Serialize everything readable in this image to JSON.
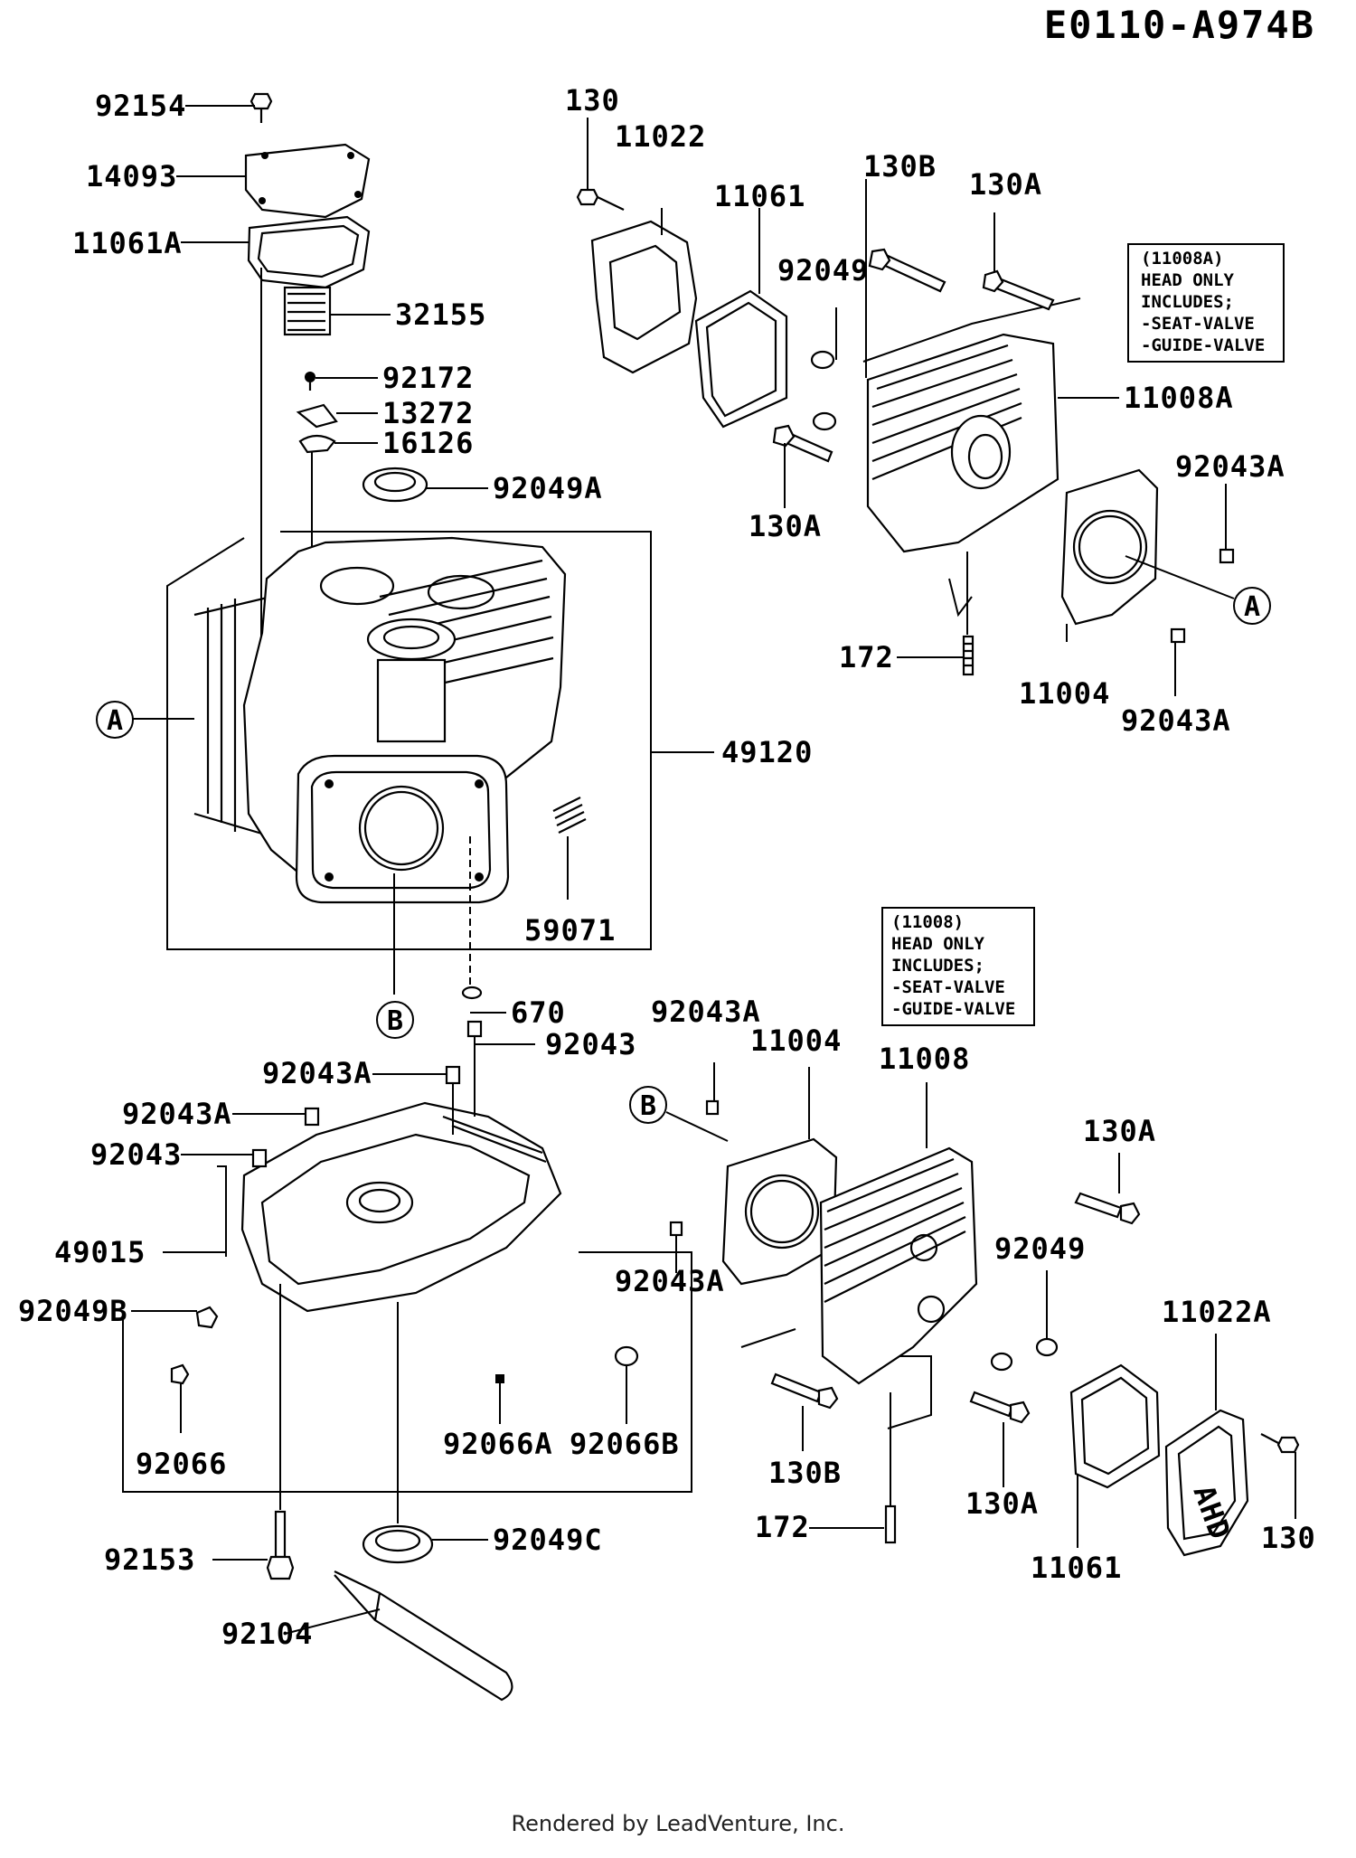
{
  "diagram_id": "E0110-A974B",
  "footer": "Rendered by LeadVenture, Inc.",
  "notes": [
    {
      "lines": [
        "(11008A)",
        "HEAD ONLY",
        "INCLUDES;",
        "-SEAT-VALVE",
        "-GUIDE-VALVE"
      ]
    },
    {
      "lines": [
        "(11008)",
        "HEAD ONLY",
        "INCLUDES;",
        "-SEAT-VALVE",
        "-GUIDE-VALVE"
      ]
    }
  ],
  "cover_text": "AHD",
  "ref_markers": [
    "A",
    "B"
  ],
  "parts": [
    "92154",
    "14093",
    "11061A",
    "32155",
    "92172",
    "13272",
    "16126",
    "92049A",
    "130",
    "11022",
    "11061",
    "130B",
    "130A",
    "92049",
    "11008A",
    "92043A",
    "172",
    "11004",
    "49120",
    "59071",
    "670",
    "92043",
    "49015",
    "92049B",
    "92066",
    "92066A",
    "92066B",
    "92153",
    "92049C",
    "92104",
    "11008",
    "11022A"
  ]
}
